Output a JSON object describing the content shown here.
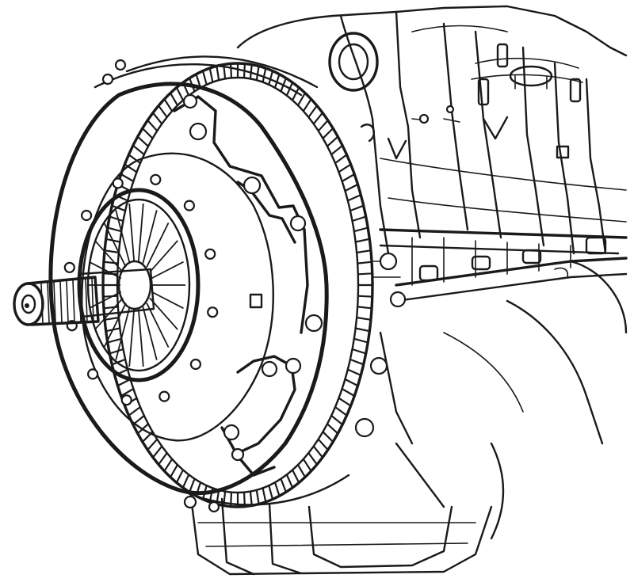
{
  "figure": {
    "subject": "clutch-assembly-on-engine-block",
    "style": "monochrome-line-drawing",
    "colors": {
      "ink": "#1a1a1a",
      "paper": "#ffffff"
    },
    "components": [
      {
        "name": "input-shaft",
        "icon": "splined-shaft"
      },
      {
        "name": "clutch-disc",
        "icon": "spoked-disc"
      },
      {
        "name": "pressure-plate-cover",
        "icon": "bolted-cover"
      },
      {
        "name": "flywheel-ring-gear",
        "icon": "toothed-ring"
      },
      {
        "name": "engine-block",
        "icon": "block-outline"
      },
      {
        "name": "oil-pan",
        "icon": "pan-outline"
      }
    ],
    "ring_gear_teeth": 120,
    "disc_spokes": 22,
    "cover_bolts": 12
  }
}
